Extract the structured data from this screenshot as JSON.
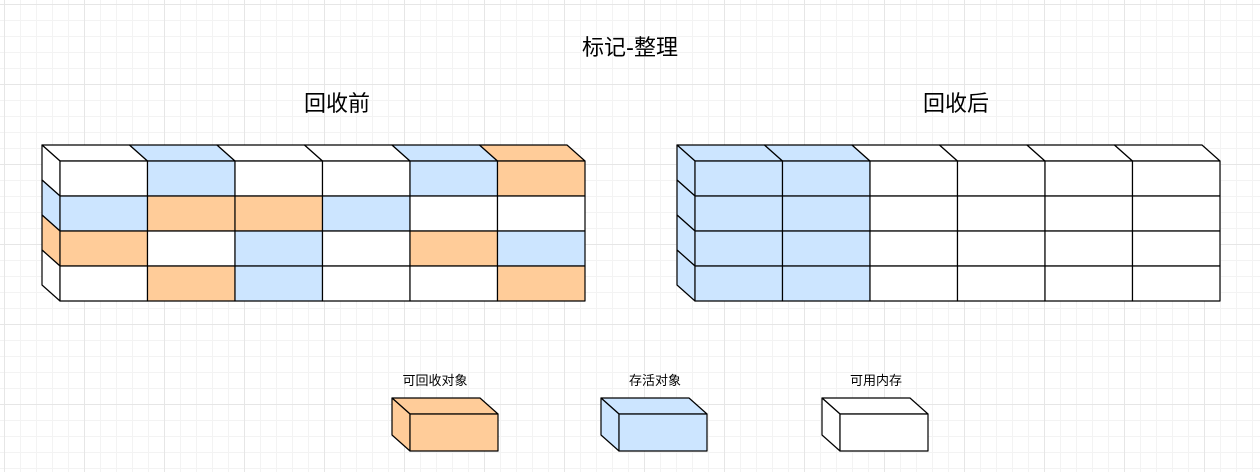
{
  "title": "标记-整理",
  "colors": {
    "reclaimable": "#ffcc99",
    "alive": "#cce5ff",
    "free": "#ffffff",
    "stroke": "#000000"
  },
  "before": {
    "label": "回收前",
    "grid": [
      [
        "free",
        "alive",
        "free",
        "free",
        "alive",
        "reclaimable"
      ],
      [
        "alive",
        "reclaimable",
        "reclaimable",
        "alive",
        "free",
        "free"
      ],
      [
        "reclaimable",
        "free",
        "alive",
        "free",
        "reclaimable",
        "alive"
      ],
      [
        "free",
        "reclaimable",
        "alive",
        "free",
        "free",
        "reclaimable"
      ]
    ]
  },
  "after": {
    "label": "回收后",
    "grid": [
      [
        "alive",
        "alive",
        "free",
        "free",
        "free",
        "free"
      ],
      [
        "alive",
        "alive",
        "free",
        "free",
        "free",
        "free"
      ],
      [
        "alive",
        "alive",
        "free",
        "free",
        "free",
        "free"
      ],
      [
        "alive",
        "alive",
        "free",
        "free",
        "free",
        "free"
      ]
    ]
  },
  "legend": [
    {
      "label": "可回收对象",
      "kind": "reclaimable"
    },
    {
      "label": "存活对象",
      "kind": "alive"
    },
    {
      "label": "可用内存",
      "kind": "free"
    }
  ]
}
